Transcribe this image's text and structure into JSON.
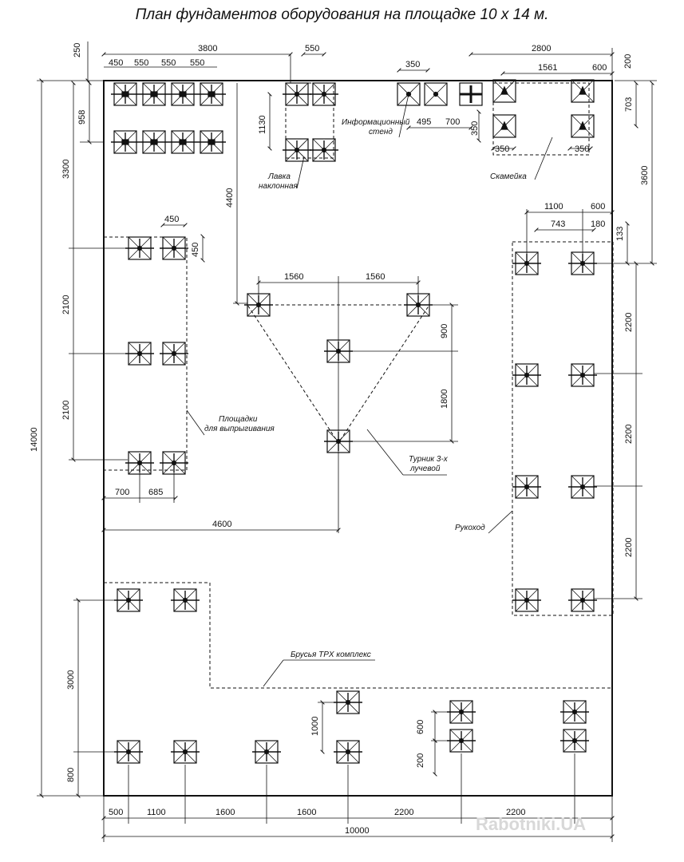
{
  "title": "План фундаментов оборудования на  площадке 10 х 14 м.",
  "labels": {
    "info_stand": "Информационный",
    "info_stand_2": "стенд",
    "bench_inclined": "Лавка",
    "bench_inclined_2": "наклонная",
    "bench": "Скамейка",
    "jump_platforms": "Площадки",
    "jump_platforms_2": "для выпрыгивания",
    "turnik": "Турник 3-х",
    "turnik_2": "лучевой",
    "rukohod": "Рукоход",
    "trx": "Брусья TPX комплекс"
  },
  "dims": {
    "top_250": "250",
    "top_3800": "3800",
    "top_550a": "550",
    "top_450a": "450",
    "top_550b": "550",
    "top_550c": "550",
    "top_550d": "550",
    "top_350": "350",
    "top_2800": "2800",
    "top_1561": "1561",
    "top_600a": "600",
    "top_200": "200",
    "d_958": "958",
    "d_1130": "1130",
    "d_495": "495",
    "d_700a": "700",
    "d_350v": "350",
    "d_703": "703",
    "d_350a": "350",
    "d_350b": "350",
    "d_3300": "3300",
    "d_4400": "4400",
    "d_3600": "3600",
    "d_450h": "450",
    "d_450v": "450",
    "d_1100a": "1100",
    "d_600b": "600",
    "d_743": "743",
    "d_180": "180",
    "d_133": "133",
    "d_1560a": "1560",
    "d_1560b": "1560",
    "d_900": "900",
    "d_1800": "1800",
    "d_2100a": "2100",
    "d_2100b": "2100",
    "d_14000": "14000",
    "d_2200a": "2200",
    "d_2200b": "2200",
    "d_2200c": "2200",
    "d_700b": "700",
    "d_685": "685",
    "d_4600": "4600",
    "d_3000": "3000",
    "d_800": "800",
    "d_1000": "1000",
    "d_600c": "600",
    "d_200b": "200",
    "b_500": "500",
    "b_1100": "1100",
    "b_1600a": "1600",
    "b_1600b": "1600",
    "b_2200a": "2200",
    "b_2200b": "2200",
    "b_10000": "10000"
  },
  "watermark": "Rabotniki.UA"
}
